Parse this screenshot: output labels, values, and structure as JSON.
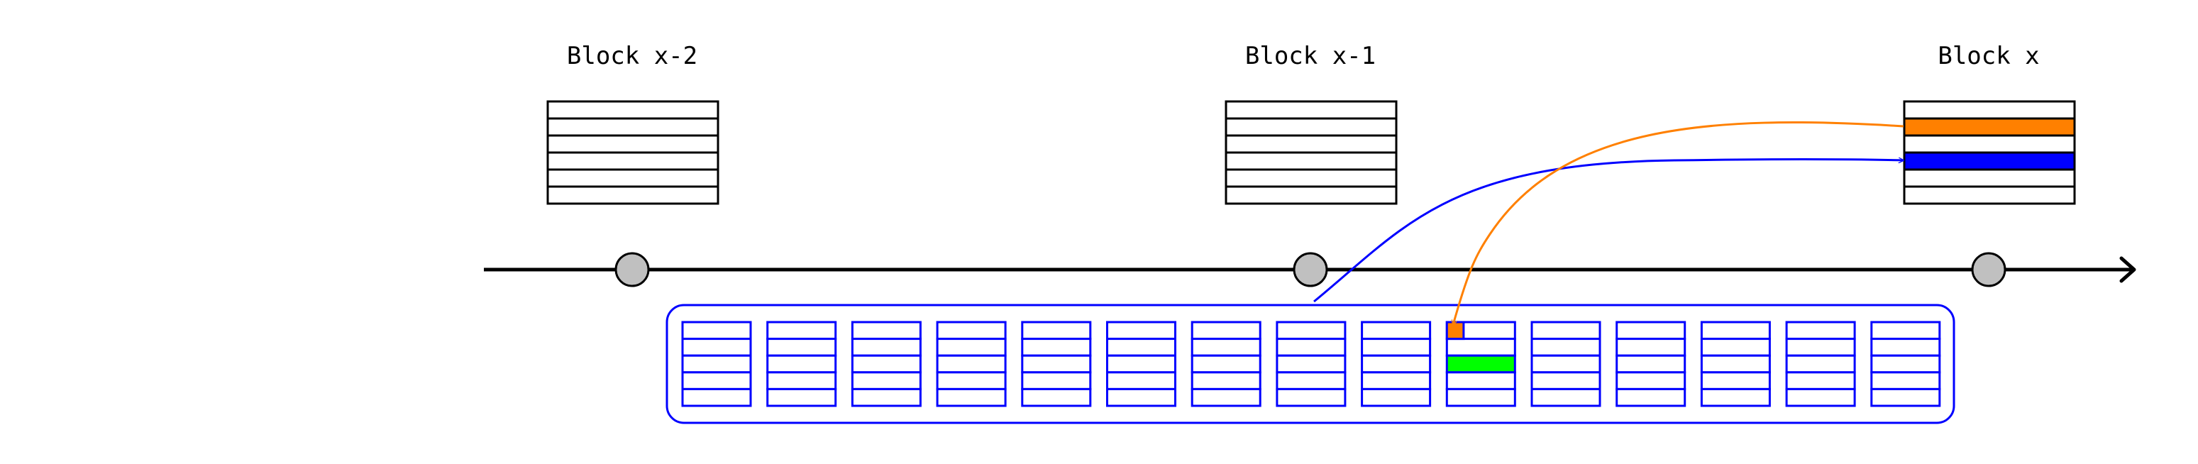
{
  "diagram": {
    "blocks": [
      {
        "label": "Block x-2",
        "highlighted_rows": []
      },
      {
        "label": "Block x-1",
        "highlighted_rows": []
      },
      {
        "label": "Block x",
        "highlighted_rows": [
          {
            "row": 1,
            "color": "#ff8000"
          },
          {
            "row": 3,
            "color": "#0000ff"
          }
        ]
      }
    ],
    "rows_per_block": 6,
    "mempool": {
      "tx_count": 15,
      "rows_per_tx": 5,
      "border_color": "#0000ff",
      "highlighted_tx": 9,
      "highlights": [
        {
          "row": 0,
          "color": "#ff8000",
          "partial": true
        },
        {
          "row": 2,
          "color": "#00ff00",
          "partial": false
        }
      ]
    },
    "colors": {
      "orange": "#ff8000",
      "blue": "#0000ff",
      "green": "#00ff00",
      "node": "#c0c0c0",
      "timeline": "#000000"
    }
  }
}
